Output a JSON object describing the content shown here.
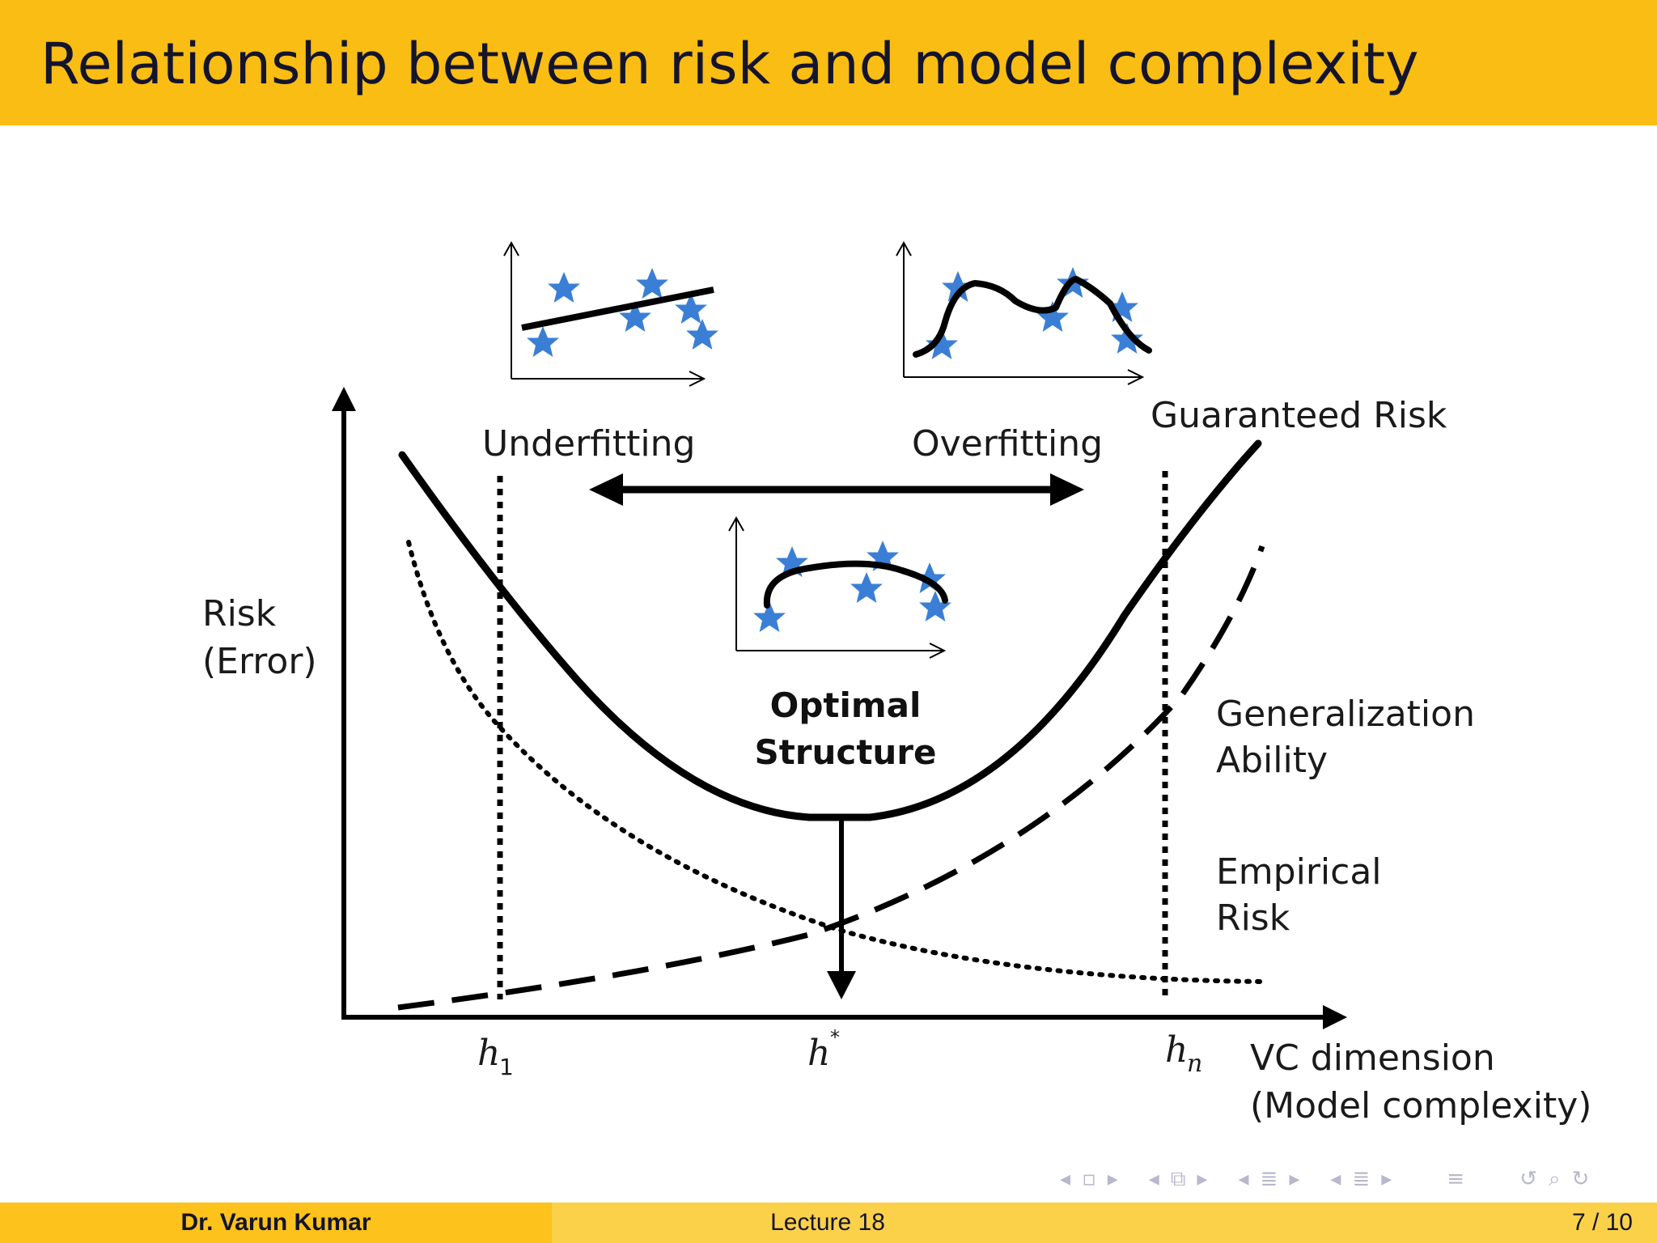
{
  "slide": {
    "title": "Relationship between risk and model complexity"
  },
  "figure": {
    "y_axis_label_line1": "Risk",
    "y_axis_label_line2": "(Error)",
    "x_axis_label_line1": "VC dimension",
    "x_axis_label_line2": "(Model complexity)",
    "underfitting": "Underfitting",
    "overfitting": "Overfitting",
    "guaranteed_risk": "Guaranteed Risk",
    "generalization_line1": "Generalization",
    "generalization_line2": "Ability",
    "empirical_line1": "Empirical",
    "empirical_line2": "Risk",
    "optimal_line1": "Optimal",
    "optimal_line2": "Structure",
    "tick_h1": "h",
    "tick_h1_sub": "1",
    "tick_hstar": "h",
    "tick_hstar_sup": "*",
    "tick_hn": "h",
    "tick_hn_sub": "n",
    "star_color": "#3a7fd5"
  },
  "navigation": {
    "icons": [
      "nav-frame-prev-icon",
      "nav-frame-icon",
      "nav-frame-next-icon",
      "nav-subsection-prev-icon",
      "nav-subsection-icon",
      "nav-subsection-next-icon",
      "nav-section-prev-icon",
      "nav-section-icon",
      "nav-section-next-icon",
      "nav-doc-prev-icon",
      "nav-doc-icon",
      "nav-doc-next-icon",
      "nav-appendix-icon",
      "nav-undo-icon",
      "nav-search-icon",
      "nav-redo-icon"
    ]
  },
  "footer": {
    "author": "Dr. Varun Kumar",
    "lecture": "Lecture 18",
    "page": "7 / 10"
  }
}
